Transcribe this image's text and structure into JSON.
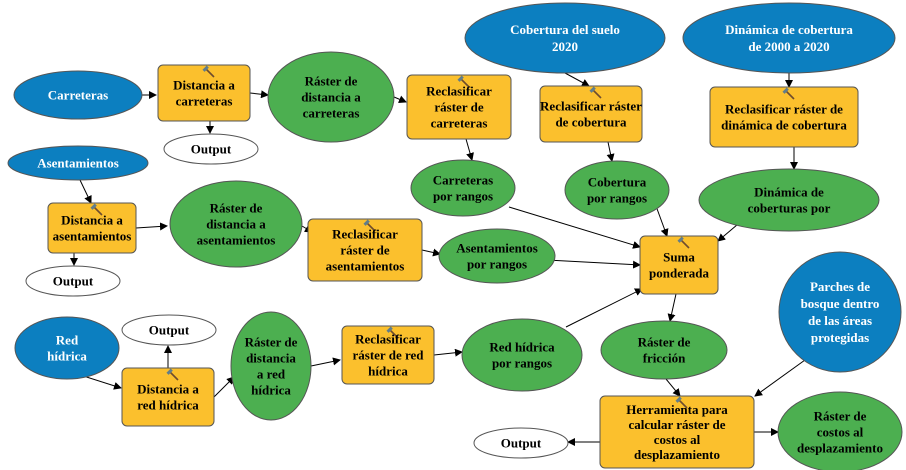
{
  "colors": {
    "input": "#0c7fc0",
    "tool": "#fbc02d",
    "derived": "#4caf50",
    "output": "#ffffff",
    "stroke": "#555555",
    "arrow": "#000000"
  },
  "nodes": {
    "carreteras": [
      "Carreteras"
    ],
    "asentamientos": [
      "Asentamientos"
    ],
    "red_hidrica": [
      "Red",
      "hídrica"
    ],
    "cobertura_suelo": [
      "Cobertura del suelo",
      "2020"
    ],
    "dinamica_cobertura": [
      "Dinámica de cobertura",
      "de 2000 a 2020"
    ],
    "parches_bosque": [
      "Parches de",
      "bosque dentro",
      "de las áreas",
      "protegidas"
    ],
    "tool_dist_carreteras": [
      "Distancia a",
      "carreteras"
    ],
    "tool_dist_asentamientos": [
      "Distancia a",
      "asentamientos"
    ],
    "tool_dist_red": [
      "Distancia a",
      "red hídrica"
    ],
    "tool_recl_carreteras": [
      "Reclasificar",
      "ráster de",
      "carreteras"
    ],
    "tool_recl_asentamientos": [
      "Reclasificar",
      "ráster de",
      "asentamientos"
    ],
    "tool_recl_red": [
      "Reclasificar",
      "ráster de red",
      "hídrica"
    ],
    "tool_recl_cobertura": [
      "Reclasificar ráster",
      "de cobertura"
    ],
    "tool_recl_dinamica": [
      "Reclasificar ráster de",
      "dinámica de cobertura"
    ],
    "tool_suma": [
      "Suma",
      "ponderada"
    ],
    "tool_costos": [
      "Herramienta para",
      "calcular ráster de",
      "costos al",
      "desplazamiento"
    ],
    "raster_dist_carreteras": [
      "Ráster de",
      "distancia a",
      "carreteras"
    ],
    "raster_dist_asentamientos": [
      "Ráster de",
      "distancia a",
      "asentamientos"
    ],
    "raster_dist_red": [
      "Ráster de",
      "distancia",
      "a red",
      "hídrica"
    ],
    "carreteras_rangos": [
      "Carreteras",
      "por rangos"
    ],
    "asentamientos_rangos": [
      "Asentamientos",
      "por rangos"
    ],
    "red_rangos": [
      "Red hídrica",
      "por rangos"
    ],
    "cobertura_rangos": [
      "Cobertura",
      "por rangos"
    ],
    "dinamica_coberturas": [
      "Dinámica de",
      "coberturas por"
    ],
    "raster_friccion": [
      "Ráster de",
      "fricción"
    ],
    "raster_costos": [
      "Ráster de",
      "costos al",
      "desplazamiento"
    ],
    "output_carreteras": [
      "Output"
    ],
    "output_asentamientos": [
      "Output"
    ],
    "output_red": [
      "Output"
    ],
    "output_costos": [
      "Output"
    ]
  }
}
